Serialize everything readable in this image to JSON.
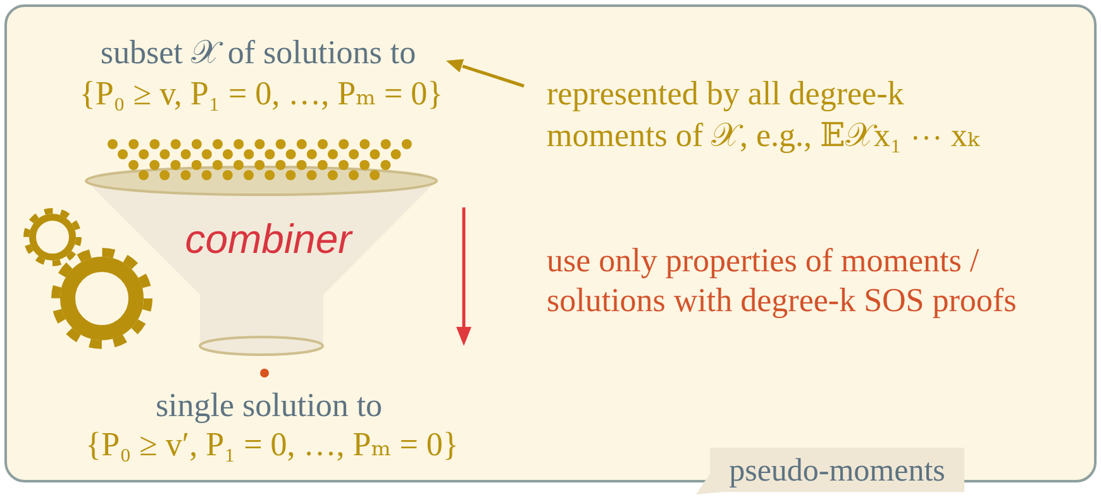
{
  "diagram": {
    "nodes": [
      {
        "text": [
          "combiner"
        ]
      },
      {
        "text": [
          "pseudo-moments"
        ]
      }
    ],
    "labels": [
      "subset 𝒳 of solutions to",
      "{P₀ ≥ v, P₁ = 0, …, Pₘ = 0}",
      "represented by all degree-k moments of 𝒳, e.g., 𝔼𝒳x₁ ⋯ xₖ",
      "use only properties of moments / solutions with degree-k SOS proofs",
      "single solution to",
      "{P₀ ≥ v′, P₁ = 0, …, Pₘ = 0}"
    ]
  }
}
